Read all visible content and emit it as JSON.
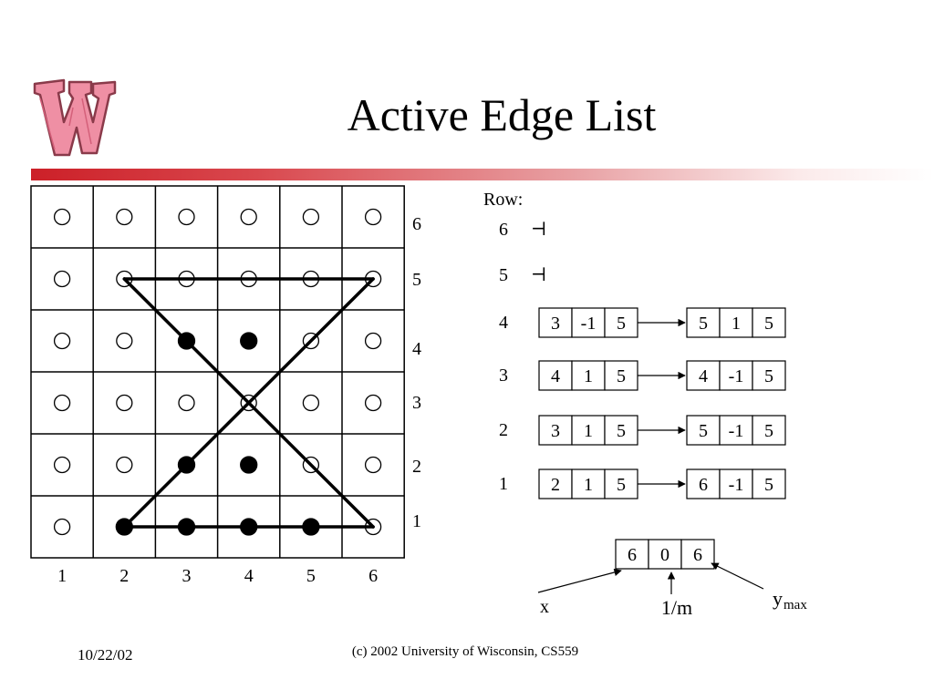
{
  "slide": {
    "title": "Active Edge List",
    "footer_date": "10/22/02",
    "footer_copyright": "(c) 2002 University of Wisconsin, CS559"
  },
  "grid": {
    "col_labels": [
      "1",
      "2",
      "3",
      "4",
      "5",
      "6"
    ],
    "row_labels": [
      "6",
      "5",
      "4",
      "3",
      "2",
      "1"
    ],
    "filled_pixels": [
      [
        3,
        4
      ],
      [
        4,
        4
      ],
      [
        3,
        2
      ],
      [
        4,
        2
      ],
      [
        2,
        1
      ],
      [
        3,
        1
      ],
      [
        4,
        1
      ],
      [
        5,
        1
      ]
    ],
    "polygon_edges": [
      [
        [
          2,
          1
        ],
        [
          6,
          5
        ]
      ],
      [
        [
          2,
          5
        ],
        [
          6,
          1
        ]
      ],
      [
        [
          2,
          5
        ],
        [
          6,
          5
        ]
      ],
      [
        [
          2,
          1
        ],
        [
          6,
          1
        ]
      ]
    ]
  },
  "edge_table": {
    "header": "Row:",
    "null_symbol": "⊣",
    "rows": [
      {
        "row": "6",
        "empty": true,
        "edges": []
      },
      {
        "row": "5",
        "empty": true,
        "edges": []
      },
      {
        "row": "4",
        "empty": false,
        "edges": [
          [
            "3",
            "-1",
            "5"
          ],
          [
            "5",
            "1",
            "5"
          ]
        ]
      },
      {
        "row": "3",
        "empty": false,
        "edges": [
          [
            "4",
            "1",
            "5"
          ],
          [
            "4",
            "-1",
            "5"
          ]
        ]
      },
      {
        "row": "2",
        "empty": false,
        "edges": [
          [
            "3",
            "1",
            "5"
          ],
          [
            "5",
            "-1",
            "5"
          ]
        ]
      },
      {
        "row": "1",
        "empty": false,
        "edges": [
          [
            "2",
            "1",
            "5"
          ],
          [
            "6",
            "-1",
            "5"
          ]
        ]
      }
    ]
  },
  "legend": {
    "cells": [
      "6",
      "0",
      "6"
    ],
    "x_label": "x",
    "slope_label": "1/m",
    "ymax_label": "y",
    "ymax_sub": "max"
  }
}
